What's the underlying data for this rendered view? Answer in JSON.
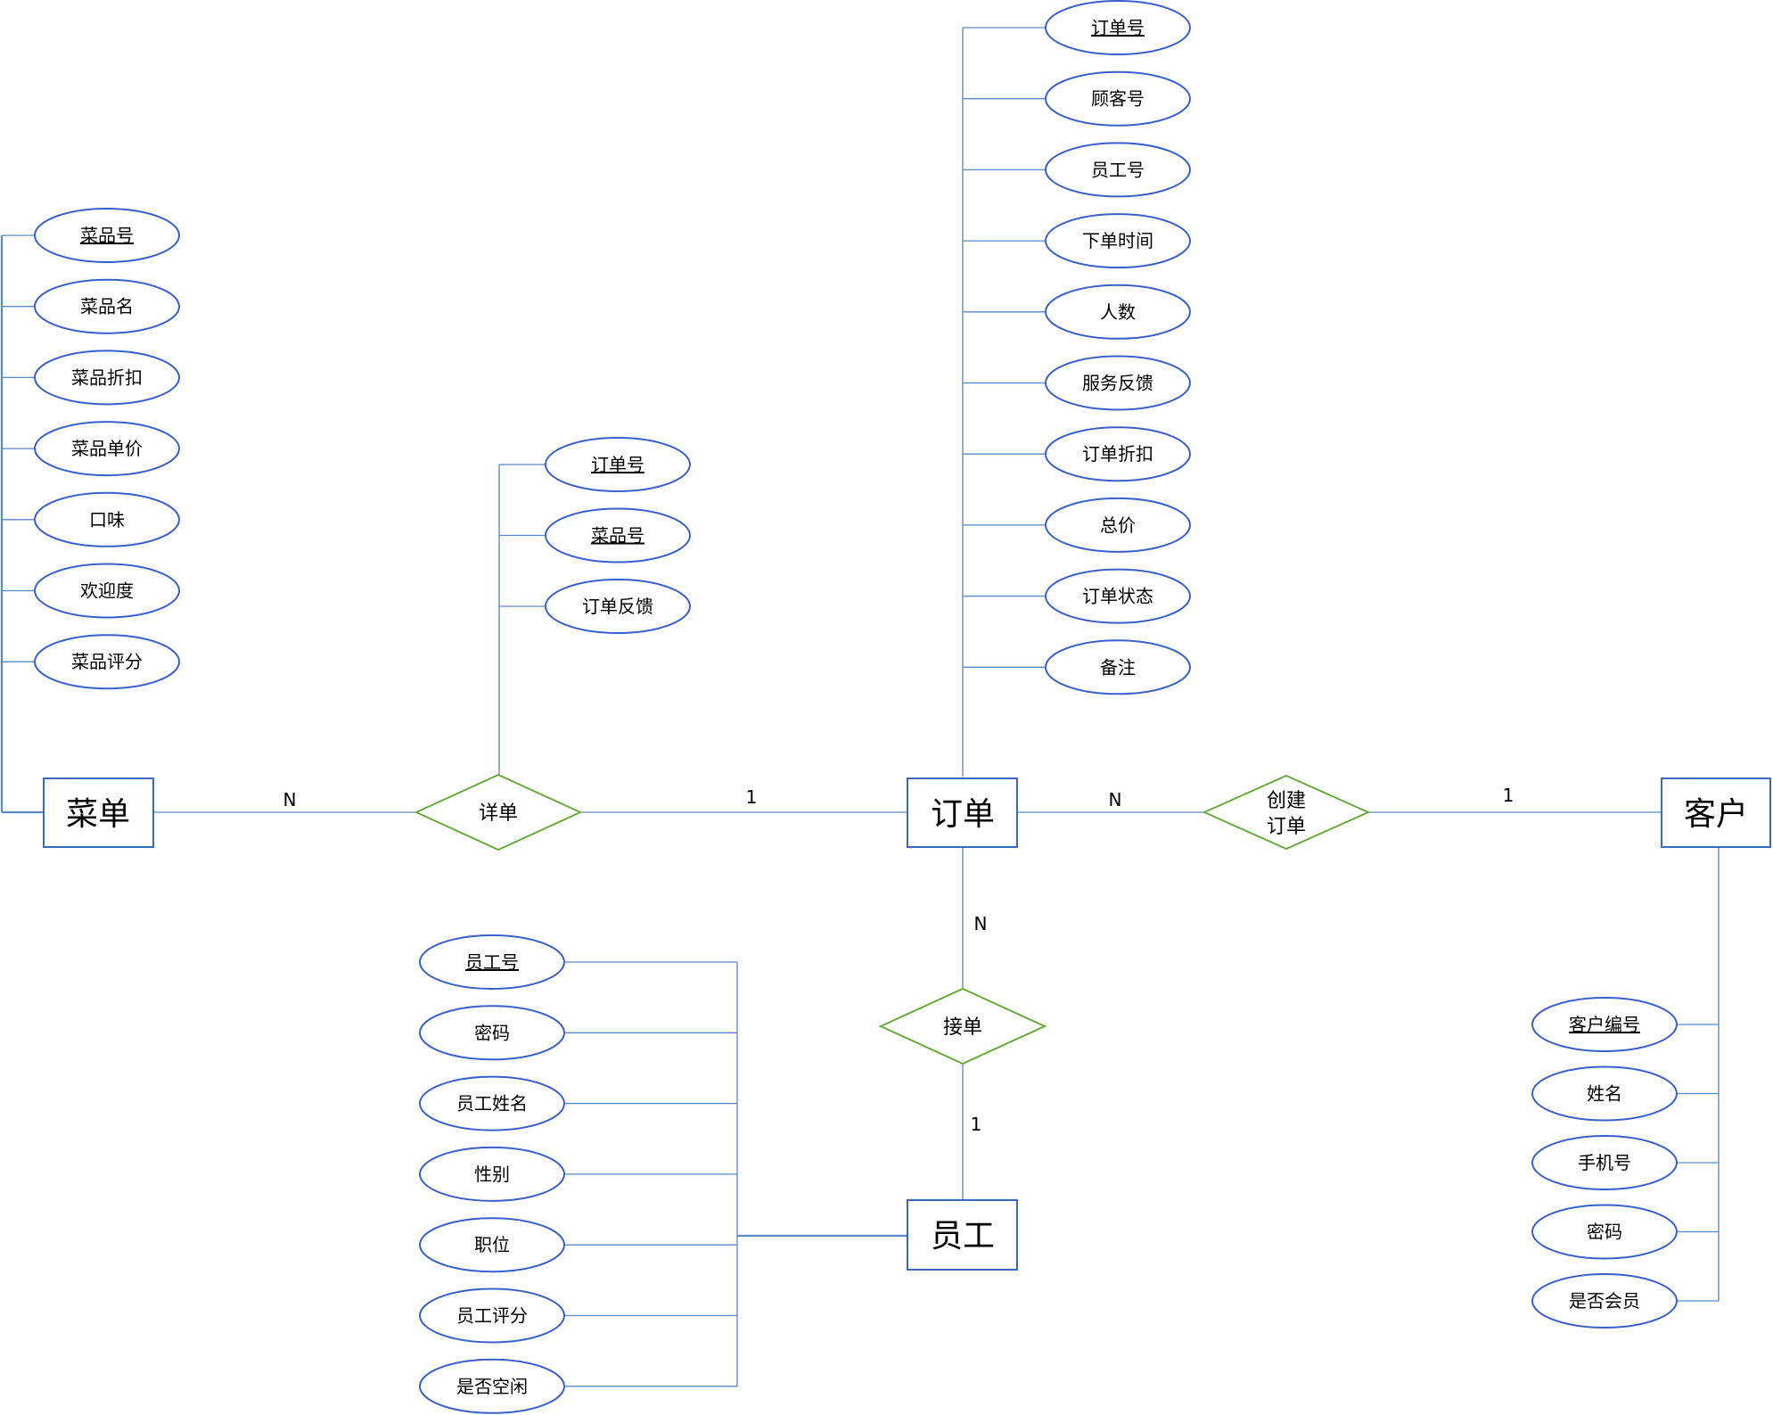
{
  "entities": {
    "menu": "菜单",
    "order": "订单",
    "customer": "客户",
    "staff": "员工"
  },
  "relationships": {
    "detail": [
      "详单"
    ],
    "create_order": [
      "创建",
      "订单"
    ],
    "take_order": [
      "接单"
    ]
  },
  "cardinalities": {
    "menu_detail": "N",
    "detail_order": "1",
    "order_create": "N",
    "create_customer": "1",
    "order_take": "N",
    "take_staff": "1"
  },
  "attributes": {
    "menu": [
      {
        "label": "菜品号",
        "key": true
      },
      {
        "label": "菜品名",
        "key": false
      },
      {
        "label": "菜品折扣",
        "key": false
      },
      {
        "label": "菜品单价",
        "key": false
      },
      {
        "label": "口味",
        "key": false
      },
      {
        "label": "欢迎度",
        "key": false
      },
      {
        "label": "菜品评分",
        "key": false
      }
    ],
    "detail": [
      {
        "label": "订单号",
        "key": true
      },
      {
        "label": "菜品号",
        "key": true
      },
      {
        "label": "订单反馈",
        "key": false
      }
    ],
    "order": [
      {
        "label": "订单号",
        "key": true
      },
      {
        "label": "顾客号",
        "key": false
      },
      {
        "label": "员工号",
        "key": false
      },
      {
        "label": "下单时间",
        "key": false
      },
      {
        "label": "人数",
        "key": false
      },
      {
        "label": "服务反馈",
        "key": false
      },
      {
        "label": "订单折扣",
        "key": false
      },
      {
        "label": "总价",
        "key": false
      },
      {
        "label": "订单状态",
        "key": false
      },
      {
        "label": "备注",
        "key": false
      }
    ],
    "staff": [
      {
        "label": "员工号",
        "key": true
      },
      {
        "label": "密码",
        "key": false
      },
      {
        "label": "员工姓名",
        "key": false
      },
      {
        "label": "性别",
        "key": false
      },
      {
        "label": "职位",
        "key": false
      },
      {
        "label": "员工评分",
        "key": false
      },
      {
        "label": "是否空闲",
        "key": false
      }
    ],
    "customer": [
      {
        "label": "客户编号",
        "key": true
      },
      {
        "label": "姓名",
        "key": false
      },
      {
        "label": "手机号",
        "key": false
      },
      {
        "label": "密码",
        "key": false
      },
      {
        "label": "是否会员",
        "key": false
      }
    ]
  }
}
